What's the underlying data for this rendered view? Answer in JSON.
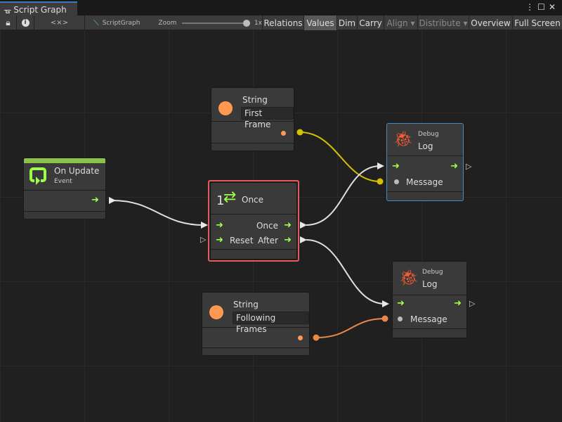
{
  "window": {
    "tab_title": "Script Graph",
    "controls": [
      "⋮",
      "☐",
      "✕"
    ]
  },
  "toolbar": {
    "lock_icon": "lock",
    "info_icon": "info",
    "code_label": "<×>",
    "graph_name": "ScriptGraph",
    "zoom_label": "Zoom",
    "zoom_value": "1x",
    "zoom_level": 1,
    "buttons": [
      "Relations",
      "Values",
      "Dim",
      "Carry",
      "Align ▾",
      "Distribute ▾",
      "Overview",
      "Full Screen"
    ],
    "active": "Values"
  },
  "nodes": {
    "string1": {
      "title": "String",
      "value": "First Frame"
    },
    "on_update": {
      "title": "On Update",
      "subtitle": "Event"
    },
    "once": {
      "title": "Once",
      "icon_text": "1",
      "out_once": "Once",
      "in_reset": "Reset",
      "out_after": "After"
    },
    "log1": {
      "subtitle": "Debug",
      "title": "Log",
      "message": "Message"
    },
    "log2": {
      "subtitle": "Debug",
      "title": "Log",
      "message": "Message"
    },
    "string2": {
      "title": "String",
      "value": "Following Frames"
    }
  },
  "colors": {
    "event_green": "#8bc34a",
    "flow_arrow": "#9dff47",
    "string_orange": "#ff9952",
    "selected_red": "#e85a5a",
    "hover_blue": "#3f8ec4",
    "yellow_edge": "#d4c200",
    "debug_bug": "#ff5c33"
  }
}
